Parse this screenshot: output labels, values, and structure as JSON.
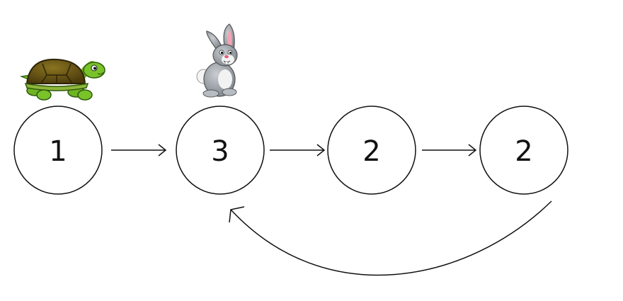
{
  "diagram": {
    "type": "linked-list-with-cycle",
    "nodes": [
      {
        "id": "n1",
        "value": "1"
      },
      {
        "id": "n2",
        "value": "3"
      },
      {
        "id": "n3",
        "value": "2"
      },
      {
        "id": "n4",
        "value": "2"
      }
    ],
    "edges": [
      {
        "from": "n1",
        "to": "n2"
      },
      {
        "from": "n2",
        "to": "n3"
      },
      {
        "from": "n3",
        "to": "n4"
      },
      {
        "from": "n4",
        "to": "n2",
        "curved": true
      }
    ],
    "pointers": [
      {
        "icon": "tortoise-icon",
        "at": "n1"
      },
      {
        "icon": "rabbit-icon",
        "at": "n2"
      }
    ],
    "colors": {
      "stroke": "#111111",
      "shell": "#5e4a12",
      "skin": "#6fb424",
      "rabbit": "#9ea3a9"
    }
  }
}
